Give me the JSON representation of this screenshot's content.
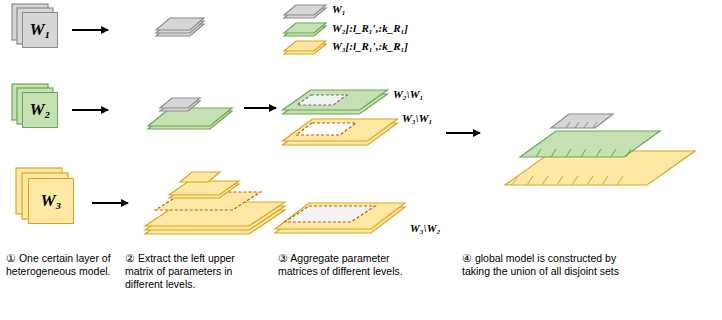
{
  "diagram": {
    "nodes": [
      {
        "text": [
          "W₁"
        ]
      },
      {
        "text": [
          "W₂"
        ]
      },
      {
        "text": [
          "W₃"
        ]
      }
    ],
    "labels": [
      "W₁",
      "W₂[:l_R₁′,:k_R₁]",
      "W₃[:l_R₁′,:k_R₁]",
      "W₂\\W₁",
      "W₃\\W₁",
      "W₃\\W₂",
      "① One certain layer of heterogeneous model.",
      "② Extract the left upper matrix of parameters in different levels.",
      "③ Aggregate parameter matrices of different levels.",
      "④ global model is constructed by taking the union of all disjoint sets"
    ]
  }
}
